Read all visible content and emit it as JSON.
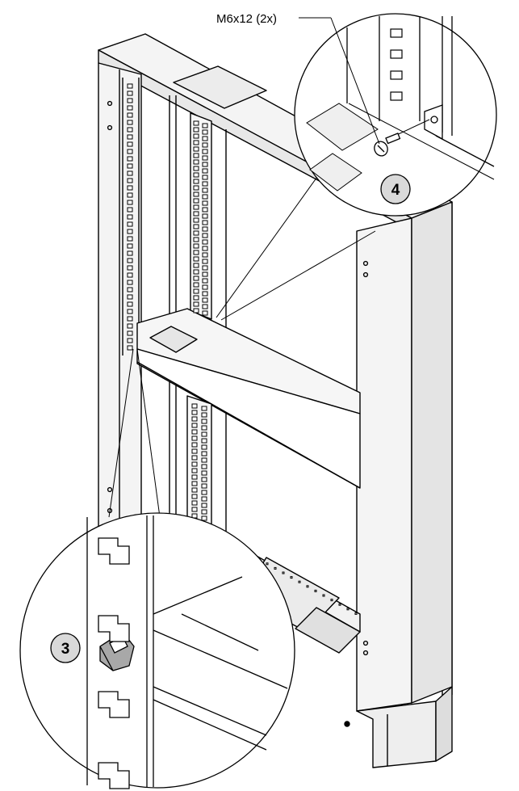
{
  "diagram": {
    "screw_label": "M6x12 (2x)",
    "callouts": [
      {
        "number": "3",
        "detail": "bracket-clip-detail"
      },
      {
        "number": "4",
        "detail": "screw-fastening-detail"
      }
    ],
    "colors": {
      "line": "#000000",
      "panel_face": "#f4f4f4",
      "panel_side": "#e4e4e4",
      "shelf_shadow": "#dcdcdc",
      "clip_gray": "#a8a8a8",
      "callout_fill": "#d9d9d9"
    }
  }
}
